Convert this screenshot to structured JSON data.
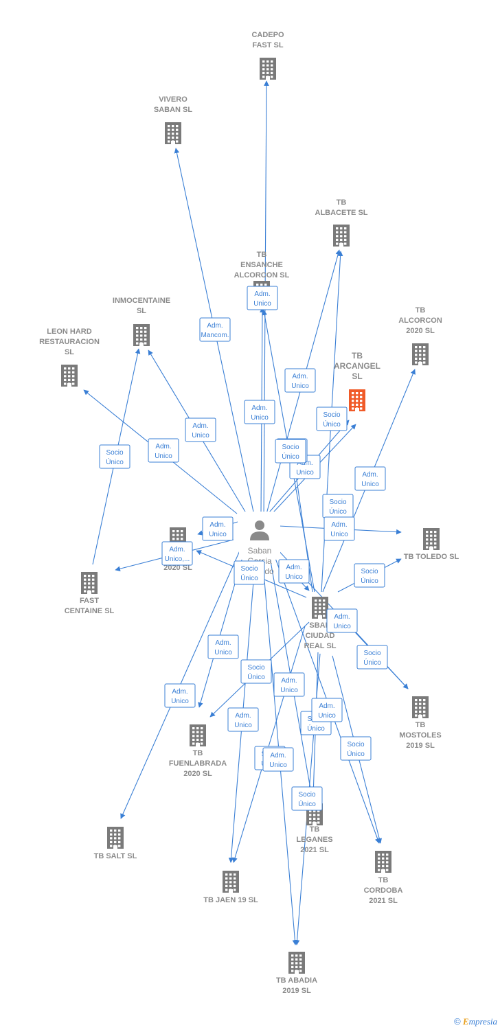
{
  "colors": {
    "edge": "#3a7fd5",
    "building": "#7a7a7a",
    "focus_building": "#f05a28",
    "person": "#8a8a8a"
  },
  "person": {
    "lines": [
      "Saban",
      "Garcia",
      "Ricardo"
    ],
    "icon": "person-icon"
  },
  "companies": [
    {
      "id": "cadepo",
      "lines": [
        "CADEPO",
        "FAST SL"
      ]
    },
    {
      "id": "vivero",
      "lines": [
        "VIVERO",
        "SABAN  SL"
      ]
    },
    {
      "id": "albacete",
      "lines": [
        "TB",
        "ALBACETE  SL"
      ]
    },
    {
      "id": "ensanche",
      "lines": [
        "TB",
        "ENSANCHE",
        "ALCORCON  SL"
      ]
    },
    {
      "id": "inmocentaine",
      "lines": [
        "INMOCENTAINE",
        "SL"
      ]
    },
    {
      "id": "leonhard",
      "lines": [
        "LEON HARD",
        "RESTAURACION",
        "SL"
      ]
    },
    {
      "id": "tbalcorcon",
      "lines": [
        "TB",
        "ALCORCON",
        "2020  SL"
      ]
    },
    {
      "id": "arcangel",
      "lines": [
        "TB",
        "ARCANGEL",
        "SL"
      ],
      "focus": true
    },
    {
      "id": "tb2020",
      "lines": [
        "2020  SL"
      ]
    },
    {
      "id": "tbtoledo",
      "lines": [
        "TB TOLEDO  SL"
      ]
    },
    {
      "id": "fastcentaine",
      "lines": [
        "FAST",
        "CENTAINE SL"
      ]
    },
    {
      "id": "ciudadreal",
      "lines": [
        "SBAN",
        "CIUDAD",
        "REAL  SL"
      ]
    },
    {
      "id": "mostoles",
      "lines": [
        "TB",
        "MOSTOLES",
        "2019  SL"
      ]
    },
    {
      "id": "fuenlabrada",
      "lines": [
        "TB",
        "FUENLABRADA",
        "2020  SL"
      ]
    },
    {
      "id": "leganes",
      "lines": [
        "TB",
        "LEGANES",
        "2021  SL"
      ]
    },
    {
      "id": "tbsalt",
      "lines": [
        "TB SALT  SL"
      ]
    },
    {
      "id": "cordoba",
      "lines": [
        "TB",
        "CORDOBA",
        "2021  SL"
      ]
    },
    {
      "id": "jaen",
      "lines": [
        "TB JAEN 19  SL"
      ]
    },
    {
      "id": "abadia",
      "lines": [
        "TB ABADIA",
        "2019  SL"
      ]
    }
  ],
  "relations": [
    {
      "from": "person",
      "to": "cadepo",
      "label": [
        "Adm.",
        "Unico"
      ]
    },
    {
      "from": "person",
      "to": "vivero",
      "label": [
        "Adm.",
        "Mancom."
      ]
    },
    {
      "from": "person",
      "to": "albacete",
      "label": [
        "Adm.",
        "Unico"
      ]
    },
    {
      "from": "person",
      "to": "ensanche",
      "label": [
        "Adm.",
        "Unico"
      ]
    },
    {
      "from": "person",
      "to": "inmocentaine",
      "label": [
        "Adm.",
        "Unico"
      ]
    },
    {
      "from": "person",
      "to": "leonhard",
      "label": [
        "Adm.",
        "Unico"
      ]
    },
    {
      "from": "fastcentaine",
      "to": "inmocentaine",
      "label": [
        "Socio",
        "Único"
      ]
    },
    {
      "from": "person",
      "to": "arcangel",
      "label": [
        "Socio",
        "Único"
      ]
    },
    {
      "from": "person",
      "to": "arcangel",
      "label": [
        "Adm.",
        "Unico"
      ]
    },
    {
      "from": "ciudadreal",
      "to": "arcangel",
      "label": [
        "Adm.",
        "Unico"
      ]
    },
    {
      "from": "ciudadreal",
      "to": "tbalcorcon",
      "label": [
        "Socio",
        "Único"
      ]
    },
    {
      "from": "ciudadreal",
      "to": "albacete",
      "label": [
        "Socio",
        "Único"
      ]
    },
    {
      "from": "person",
      "to": "tbtoledo",
      "label": [
        "Adm.",
        "Unico"
      ]
    },
    {
      "from": "ciudadreal",
      "to": "tbtoledo",
      "label": [
        "Socio",
        "Único"
      ]
    },
    {
      "from": "person",
      "to": "tb2020",
      "label": [
        "Adm.",
        "Unico"
      ]
    },
    {
      "from": "person",
      "to": "fastcentaine",
      "label": [
        "Adm.",
        "Unico,..."
      ]
    },
    {
      "from": "ciudadreal",
      "to": "tb2020",
      "label": [
        "Socio",
        "Único"
      ]
    },
    {
      "from": "person",
      "to": "ciudadreal",
      "label": [
        "Adm.",
        "Unico"
      ]
    },
    {
      "from": "person",
      "to": "mostoles",
      "label": [
        "Adm.",
        "Unico"
      ]
    },
    {
      "from": "ciudadreal",
      "to": "mostoles",
      "label": [
        "Socio",
        "Único"
      ]
    },
    {
      "from": "person",
      "to": "fuenlabrada",
      "label": [
        "Adm.",
        "Unico"
      ]
    },
    {
      "from": "ciudadreal",
      "to": "fuenlabrada",
      "label": [
        "Socio",
        "Único"
      ]
    },
    {
      "from": "person",
      "to": "tbsalt",
      "label": [
        "Adm.",
        "Unico"
      ]
    },
    {
      "from": "person",
      "to": "leganes",
      "label": [
        "Adm.",
        "Unico"
      ]
    },
    {
      "from": "ciudadreal",
      "to": "leganes",
      "label": [
        "Socio",
        "Único"
      ]
    },
    {
      "from": "person",
      "to": "jaen",
      "label": [
        "Adm.",
        "Unico"
      ]
    },
    {
      "from": "ciudadreal",
      "to": "jaen",
      "label": [
        "Socio",
        "Único"
      ]
    },
    {
      "from": "person",
      "to": "abadia",
      "label": [
        "Adm.",
        "Unico"
      ]
    },
    {
      "from": "ciudadreal",
      "to": "abadia",
      "label": [
        "Socio",
        "Único"
      ]
    },
    {
      "from": "ciudadreal",
      "to": "cordoba",
      "label": [
        "Socio",
        "Único"
      ]
    },
    {
      "from": "person",
      "to": "cordoba",
      "label": [
        "Adm.",
        "Unico"
      ]
    },
    {
      "from": "ciudadreal",
      "to": "ensanche",
      "label": [
        "Socio",
        "Único"
      ]
    }
  ],
  "footer": {
    "copyright": "©",
    "brand_initial": "E",
    "brand_rest": "mpresia"
  }
}
